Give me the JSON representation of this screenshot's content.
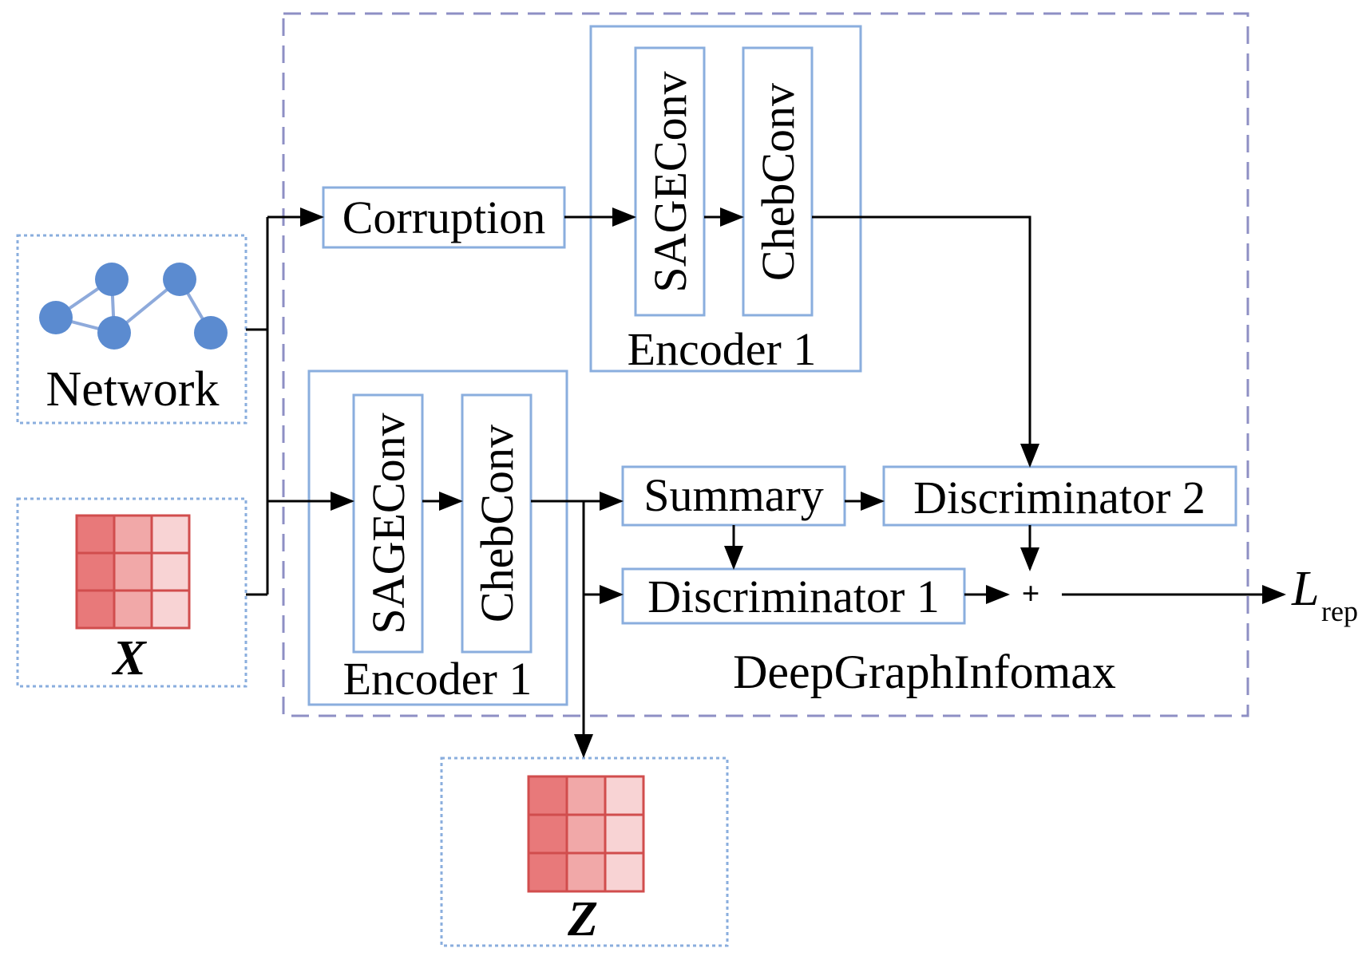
{
  "colors": {
    "node": "#5b8bd0",
    "box_border": "#8aaede",
    "dgi_border": "#8e8fc4",
    "matrix_dark": "#e8797a",
    "matrix_mid": "#f1a8a8",
    "matrix_light": "#f8d3d4",
    "matrix_border": "#d14d4d"
  },
  "inputs": {
    "network_label": "Network",
    "x_label": "X"
  },
  "output": {
    "z_label": "Z"
  },
  "top_branch": {
    "corruption_label": "Corruption",
    "layer1_label": "SAGEConv",
    "layer2_label": "ChebConv",
    "encoder_label": "Encoder 1"
  },
  "bottom_branch": {
    "layer1_label": "SAGEConv",
    "layer2_label": "ChebConv",
    "encoder_label": "Encoder 1"
  },
  "dgi": {
    "summary_label": "Summary",
    "discriminator1_label": "Discriminator 1",
    "discriminator2_label": "Discriminator 2",
    "plus_symbol": "+",
    "module_label": "DeepGraphInfomax"
  },
  "loss": {
    "symbol": "L",
    "subscript": "rep"
  }
}
